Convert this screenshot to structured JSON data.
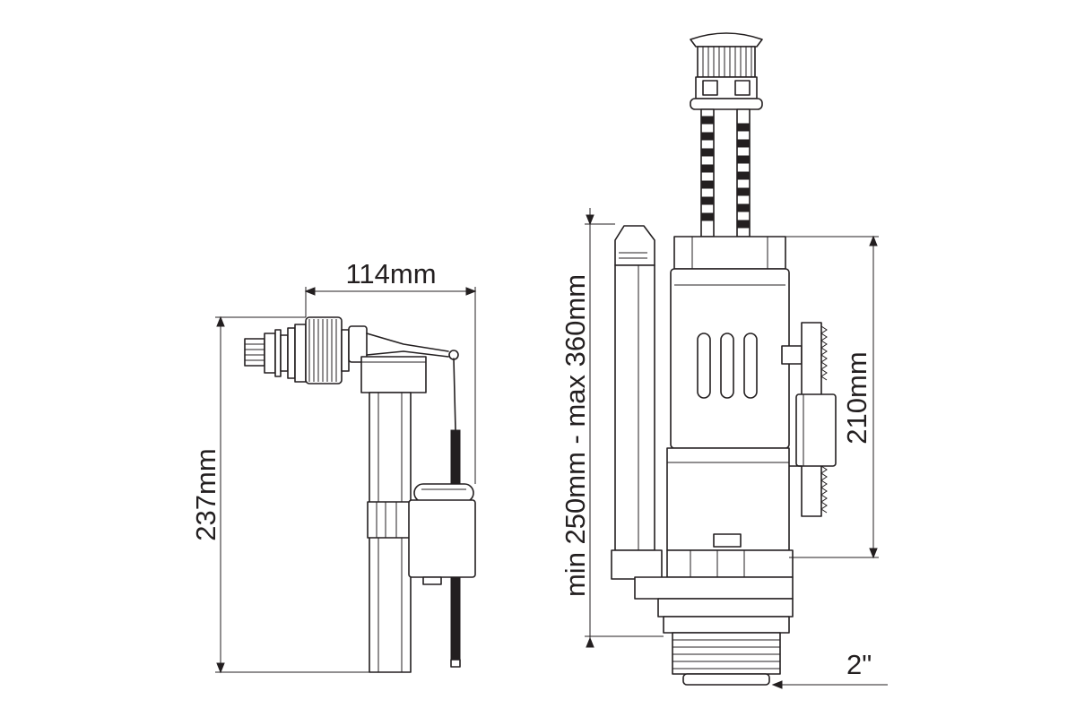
{
  "dimensions": {
    "width_label": "114mm",
    "height_label": "237mm",
    "range_label": "min 250mm - max 360mm",
    "flush_height_label": "210mm",
    "thread_label": "2\""
  },
  "colors": {
    "line": "#231f20",
    "background": "#ffffff"
  }
}
